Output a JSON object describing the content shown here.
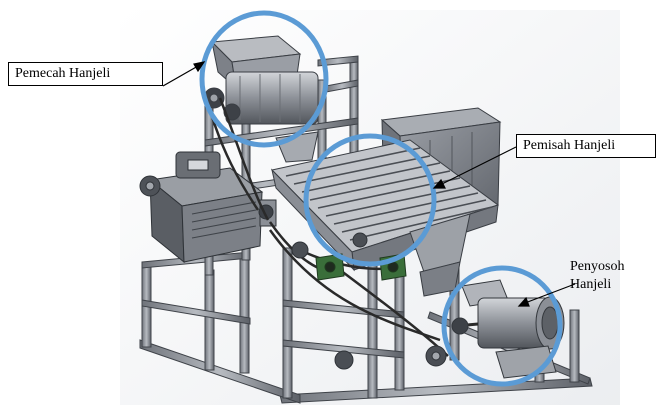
{
  "diagram": {
    "labels": {
      "pemecah": "Pemecah Hanjeli",
      "pemisah": "Pemisah Hanjeli",
      "penyosoh_line1": "Penyosoh",
      "penyosoh_line2": "Hanjeli"
    },
    "colors": {
      "highlight_circle": "#5b9bd5",
      "frame_metal": "#8f939a",
      "frame_dark": "#4d5157",
      "belt": "#2a2a2a",
      "bracket": "#3a6e3a",
      "background_gradient": "#e6e8ec"
    }
  }
}
